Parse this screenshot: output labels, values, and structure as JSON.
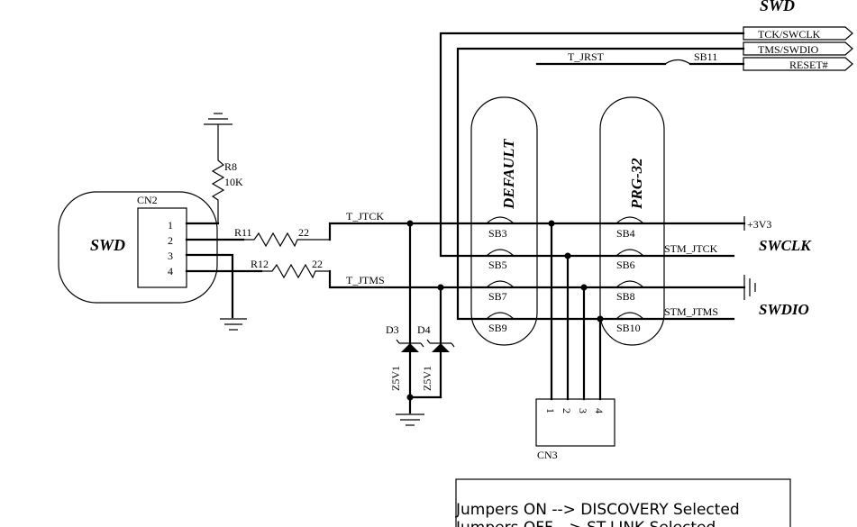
{
  "title": "SWD",
  "swd_header": {
    "pins": [
      "TCK/SWCLK",
      "TMS/SWDIO",
      "RESET#"
    ]
  },
  "connector_cn2": {
    "ref": "CN2",
    "label": "SWD",
    "pins": [
      "1",
      "2",
      "3",
      "4"
    ]
  },
  "connector_cn3": {
    "ref": "CN3",
    "pins": [
      "1",
      "2",
      "3",
      "4"
    ]
  },
  "resistors": [
    {
      "ref": "R8",
      "value": "10K"
    },
    {
      "ref": "R11",
      "value": "22"
    },
    {
      "ref": "R12",
      "value": "22"
    }
  ],
  "diodes": [
    {
      "ref": "D3",
      "value": "Z5V1"
    },
    {
      "ref": "D4",
      "value": "Z5V1"
    }
  ],
  "nets": {
    "jtck": "T_JTCK",
    "jtms": "T_JTMS",
    "jrst": "T_JRST",
    "stm_jtck": "STM_JTCK",
    "stm_jtms": "STM_JTMS",
    "vcc": "+3V3"
  },
  "jumpers": {
    "sb11": "SB11",
    "left": [
      "SB3",
      "SB5",
      "SB7",
      "SB9"
    ],
    "right": [
      "SB4",
      "SB6",
      "SB8",
      "SB10"
    ]
  },
  "groups": {
    "left": "DEFAULT",
    "right": "PRG-32"
  },
  "signals": {
    "swclk": "SWCLK",
    "swdio": "SWDIO"
  },
  "note": {
    "line1": "Jumpers ON  --> DISCOVERY Selected",
    "line2": "Jumpers OFF --> ST-LINK Selected"
  }
}
